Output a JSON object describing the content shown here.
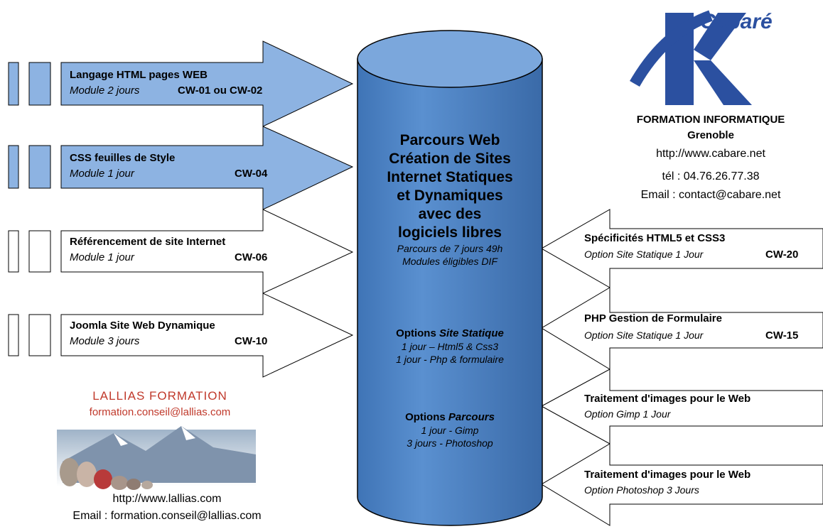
{
  "cylinder": {
    "title_lines": [
      "Parcours Web",
      "Création de Sites",
      "Internet Statiques",
      "et Dynamiques",
      "avec des",
      "logiciels libres"
    ],
    "subtitle_lines": [
      "Parcours de 7 jours 49h",
      "Modules éligibles DIF"
    ],
    "opt1_label": "Options ",
    "opt1_emph": "Site Statique",
    "opt1_lines": [
      "1 jour – Html5 & Css3",
      "1 jour  - Php & formulaire"
    ],
    "opt2_label": "Options ",
    "opt2_emph": "Parcours",
    "opt2_lines": [
      "1 jour - Gimp",
      "3 jours  - Photoshop"
    ]
  },
  "left_modules": [
    {
      "title": "Langage HTML pages WEB",
      "sub": "Module 2 jours",
      "code": "CW-01 ou CW-02",
      "filled": true
    },
    {
      "title": "CSS feuilles de Style",
      "sub": "Module 1 jour",
      "code": "CW-04",
      "filled": true
    },
    {
      "title": "Référencement de site Internet",
      "sub": "Module 1 jour",
      "code": "CW-06",
      "filled": false
    },
    {
      "title": "Joomla Site Web Dynamique",
      "sub": "Module 3 jours",
      "code": "CW-10",
      "filled": false
    }
  ],
  "right_options": [
    {
      "title": "Spécificités HTML5 et CSS3",
      "sub": "Option Site Statique 1 Jour",
      "code": "CW-20"
    },
    {
      "title": "PHP Gestion de Formulaire",
      "sub": "Option Site Statique 1 Jour",
      "code": "CW-15"
    },
    {
      "title": "Traitement d'images pour le Web",
      "sub": "Option Gimp 1 Jour",
      "code": ""
    },
    {
      "title": "Traitement d'images pour le Web",
      "sub": "Option Photoshop 3 Jours",
      "code": ""
    }
  ],
  "cabare": {
    "logo_text": "Cabaré",
    "line1": "FORMATION INFORMATIQUE",
    "line2": "Grenoble",
    "url": "http://www.cabare.net",
    "tel": "tél : 04.76.26.77.38",
    "email": "Email : contact@cabare.net"
  },
  "lallias": {
    "logo_text": "LALLIAS FORMATION",
    "logo_email": "formation.conseil@lallias.com",
    "url": "http://www.lallias.com",
    "email": "Email : formation.conseil@lallias.com"
  },
  "colors": {
    "cylinder_fill": "#4f86c6",
    "cylinder_top": "#7ba7dc",
    "arrow_fill": "#8db3e2",
    "cabare_blue": "#2b50a0",
    "lallias_red": "#c0392b"
  }
}
